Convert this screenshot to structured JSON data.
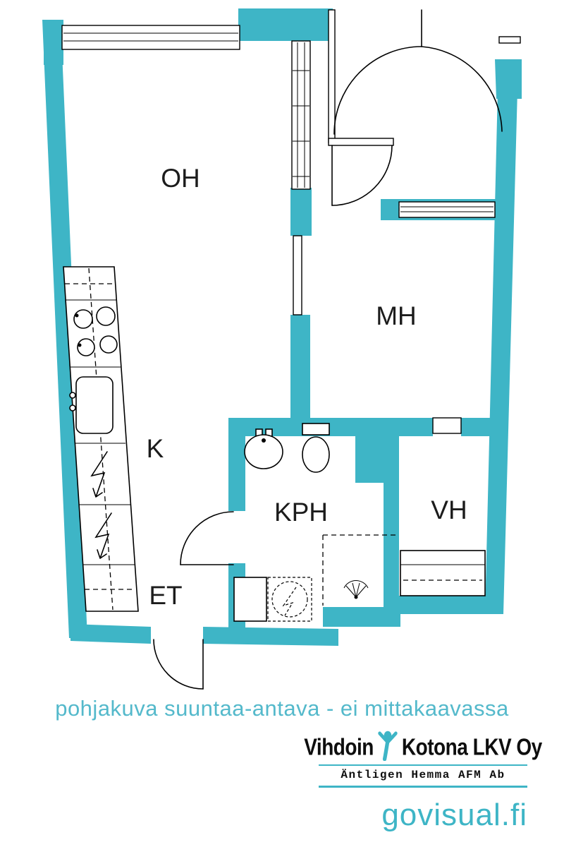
{
  "colors": {
    "wall": "#3eb5c6",
    "accent": "#3eb5c6",
    "accent_light": "#54b9cb",
    "line": "#000000"
  },
  "rooms": {
    "oh": "OH",
    "mh": "MH",
    "k": "K",
    "kph": "KPH",
    "vh": "VH",
    "et": "ET"
  },
  "footer": {
    "disclaimer": "pohjakuva suuntaa-antava - ei mittakaavassa"
  },
  "branding": {
    "name_left": "Vihdoin",
    "name_right": "Kotona LKV Oy",
    "subtitle": "Äntligen Hemma AFM Ab",
    "website": "govisual.fi"
  },
  "icons": {
    "logo_figure": "person-raised-arms-icon"
  }
}
